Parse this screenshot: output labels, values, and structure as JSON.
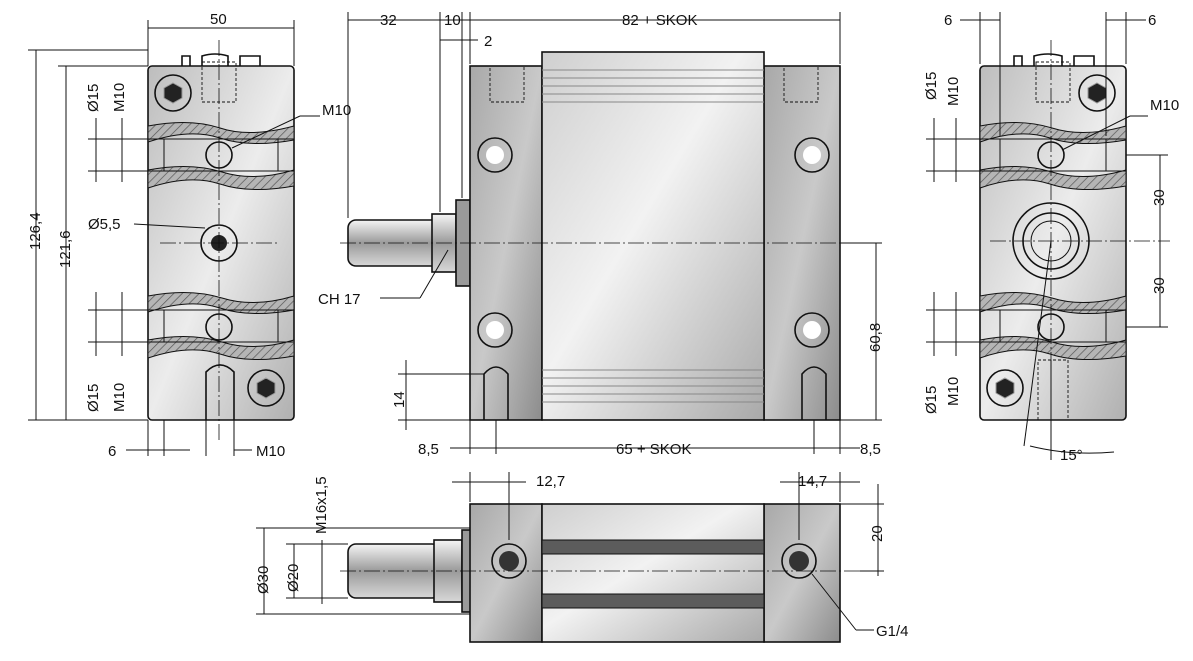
{
  "labels": {
    "left_width": "50",
    "left_height_outer": "126,4",
    "left_height_inner": "121,6",
    "left_top_diam": "Ø15",
    "left_top_thread": "M10",
    "left_callout_thread": "M10",
    "left_center_diam": "Ø5,5",
    "left_bottom_diam": "Ø15",
    "left_bottom_thread": "M10",
    "left_bottom_offset": "6",
    "left_bottom_thread2": "M10",
    "front_rod_len": "32",
    "front_flange": "10",
    "front_step": "2",
    "front_length": "82 + SKOK",
    "front_wrench": "CH 17",
    "front_slot_depth": "14",
    "front_center_height": "60,8",
    "front_edge_left": "8,5",
    "front_hole_span": "65 + SKOK",
    "front_edge_right": "8,5",
    "right_offset_left": "6",
    "right_offset_right": "6",
    "right_top_diam": "Ø15",
    "right_top_thread": "M10",
    "right_callout_thread": "M10",
    "right_upper_30": "30",
    "right_lower_30": "30",
    "right_bottom_diam": "Ø15",
    "right_bottom_thread": "M10",
    "right_angle": "15°",
    "bottom_port_left": "12,7",
    "bottom_port_right": "14,7",
    "bottom_thread": "M16x1,5",
    "bottom_d30": "Ø30",
    "bottom_d20": "Ø20",
    "bottom_h20": "20",
    "bottom_port": "G1/4"
  },
  "colors": {
    "ink": "#111111",
    "metal_light": "#e6e6e6",
    "metal_mid": "#b8b8b8",
    "metal_dark": "#7a7a7a",
    "cap_grey": "#9e9e9e"
  }
}
